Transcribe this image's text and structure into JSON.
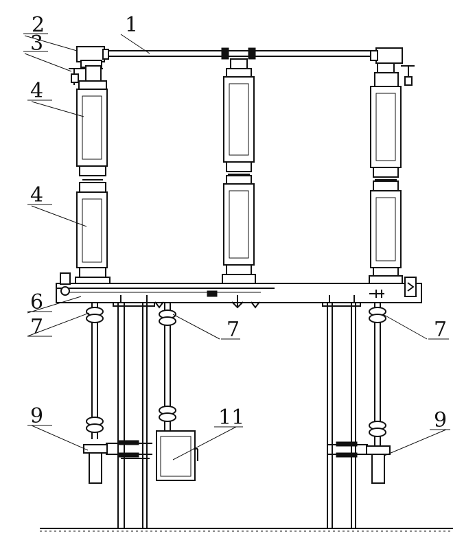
{
  "labels": {
    "l1": "1",
    "l2": "2",
    "l3": "3",
    "l4a": "4",
    "l4b": "4",
    "l6": "6",
    "l7a": "7",
    "l7b": "7",
    "l7c": "7",
    "l9a": "9",
    "l9b": "9",
    "l11": "11"
  }
}
